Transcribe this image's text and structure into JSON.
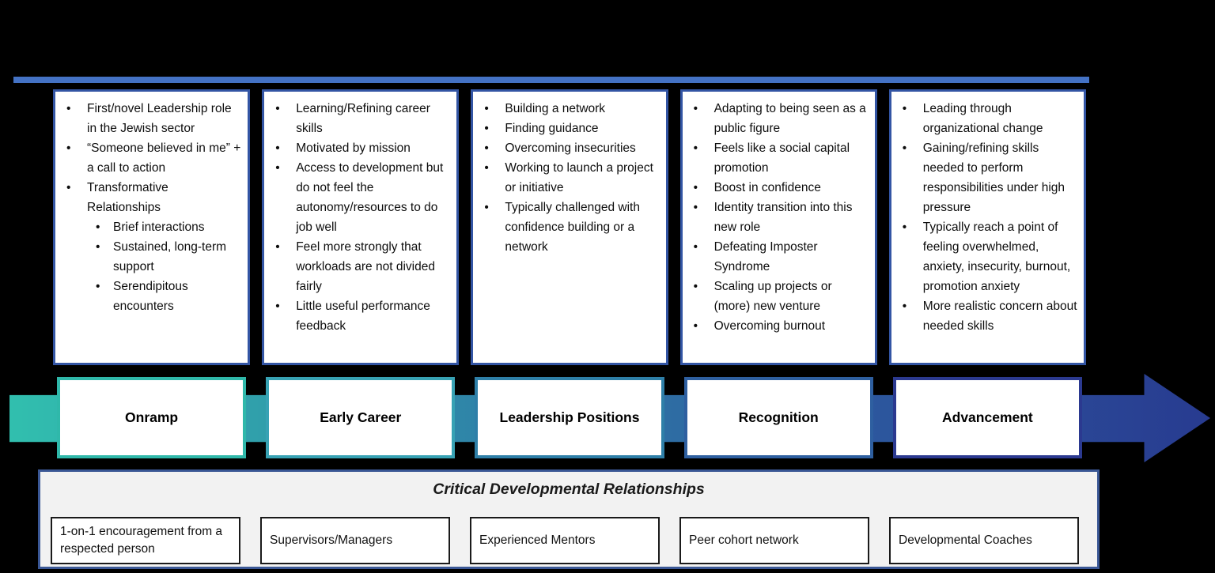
{
  "colors": {
    "top_rule": "#4472C4",
    "detail_box_border": "#3355A4",
    "panel_border": "#3A5795",
    "panel_background": "#F2F2F2",
    "arrow_gradient": [
      "#31BFAE",
      "#2F8CA9",
      "#2D5CA0",
      "#283B90"
    ]
  },
  "stages": [
    {
      "label": "Onramp",
      "accent": "#2FB8AA",
      "bullets": [
        {
          "level": 1,
          "text": "First/novel Leadership role in the Jewish sector"
        },
        {
          "level": 1,
          "text": "“Someone believed in me” + a call to action"
        },
        {
          "level": 1,
          "text": "Transformative Relationships"
        },
        {
          "level": 2,
          "text": "Brief interactions"
        },
        {
          "level": 2,
          "text": "Sustained, long-term support"
        },
        {
          "level": 2,
          "text": "Serendipitous encounters"
        }
      ]
    },
    {
      "label": "Early Career",
      "accent": "#37A2B4",
      "bullets": [
        {
          "level": 1,
          "text": "Learning/Refining career skills"
        },
        {
          "level": 1,
          "text": "Motivated by mission"
        },
        {
          "level": 1,
          "text": "Access to development but do not feel the autonomy/resources to do job well"
        },
        {
          "level": 1,
          "text": "Feel more strongly that workloads are not divided fairly"
        },
        {
          "level": 1,
          "text": "Little useful performance feedback"
        }
      ]
    },
    {
      "label": "Leadership Positions",
      "accent": "#2E7FA8",
      "bullets": [
        {
          "level": 1,
          "text": "Building a network"
        },
        {
          "level": 1,
          "text": "Finding guidance"
        },
        {
          "level": 1,
          "text": "Overcoming insecurities"
        },
        {
          "level": 1,
          "text": "Working to launch a project or initiative"
        },
        {
          "level": 1,
          "text": "Typically challenged with confidence building or a network"
        }
      ]
    },
    {
      "label": "Recognition",
      "accent": "#2E5FA0",
      "bullets": [
        {
          "level": 1,
          "text": "Adapting to being seen as a public figure"
        },
        {
          "level": 1,
          "text": "Feels like a social capital promotion"
        },
        {
          "level": 1,
          "text": "Boost in confidence"
        },
        {
          "level": 1,
          "text": "Identity transition into this new role"
        },
        {
          "level": 1,
          "text": "Defeating Imposter Syndrome"
        },
        {
          "level": 1,
          "text": "Scaling up projects or (more) new venture"
        },
        {
          "level": 1,
          "text": "Overcoming burnout"
        }
      ]
    },
    {
      "label": "Advancement",
      "accent": "#2B3990",
      "bullets": [
        {
          "level": 1,
          "text": "Leading through organizational change"
        },
        {
          "level": 1,
          "text": "Gaining/refining skills needed to perform responsibilities under high pressure"
        },
        {
          "level": 1,
          "text": "Typically reach a point of feeling overwhelmed, anxiety, insecurity, burnout, promotion anxiety"
        },
        {
          "level": 1,
          "text": "More realistic concern about needed skills"
        }
      ]
    }
  ],
  "bottom_panel": {
    "title": "Critical Developmental Relationships",
    "items": [
      "1-on-1 encouragement from a respected person",
      "Supervisors/Managers",
      "Experienced Mentors",
      "Peer cohort network",
      "Developmental Coaches"
    ]
  }
}
